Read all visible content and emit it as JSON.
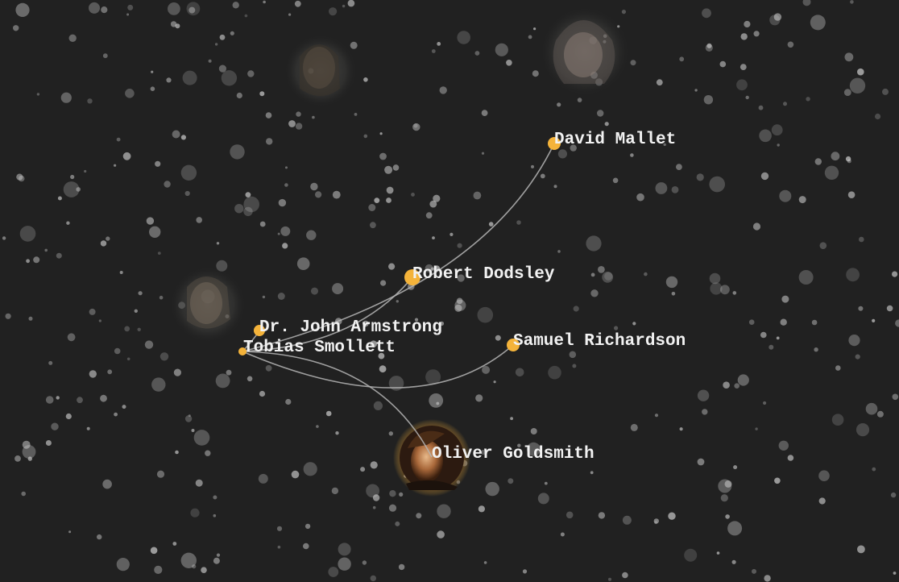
{
  "network": {
    "nodes": [
      {
        "id": "tobias",
        "label": "Tobias Smollett",
        "focus": true
      },
      {
        "id": "mallet",
        "label": "David Mallet"
      },
      {
        "id": "dodsley",
        "label": "Robert Dodsley"
      },
      {
        "id": "armstrong",
        "label": "Dr. John Armstrong"
      },
      {
        "id": "richardson",
        "label": "Samuel Richardson"
      },
      {
        "id": "goldsmith",
        "label": "Oliver Goldsmith",
        "portrait": true
      }
    ],
    "links": [
      {
        "source": "tobias",
        "target": "mallet"
      },
      {
        "source": "tobias",
        "target": "dodsley"
      },
      {
        "source": "tobias",
        "target": "armstrong"
      },
      {
        "source": "tobias",
        "target": "richardson"
      },
      {
        "source": "tobias",
        "target": "goldsmith"
      }
    ],
    "faded_portraits": 3
  },
  "colors": {
    "background": "#212121",
    "node": "#f4b33a",
    "link": "#b5b5b5",
    "label": "#f2f2f2",
    "particle": "#cfcfcf"
  }
}
